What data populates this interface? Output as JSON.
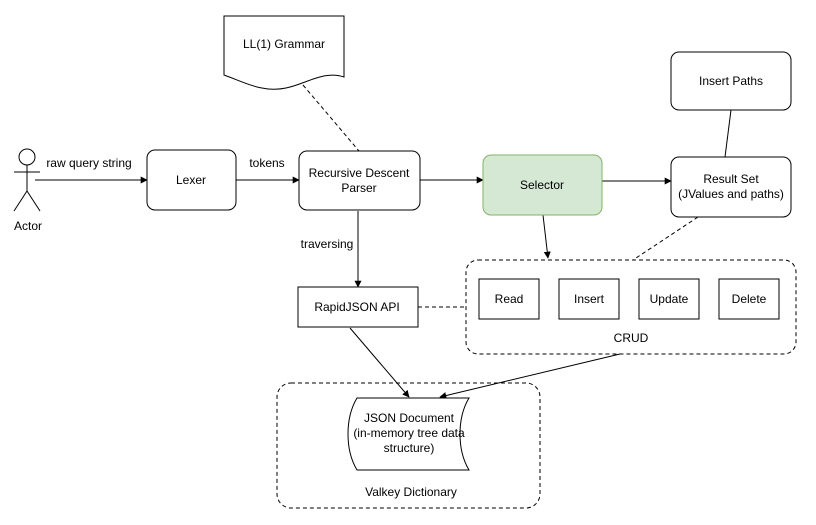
{
  "nodes": {
    "grammar": "LL(1) Grammar",
    "actor": "Actor",
    "lexer": "Lexer",
    "parser_l1": "Recursive Descent",
    "parser_l2": "Parser",
    "selector": "Selector",
    "insert_paths": "Insert Paths",
    "result_set_l1": "Result Set",
    "result_set_l2": "(JValues and paths)",
    "rapidjson": "RapidJSON API",
    "crud_read": "Read",
    "crud_insert": "Insert",
    "crud_update": "Update",
    "crud_delete": "Delete",
    "crud_label": "CRUD",
    "json_doc_l1": "JSON Document",
    "json_doc_l2": "(in-memory tree data",
    "json_doc_l3": "structure)",
    "valkey_label": "Valkey Dictionary"
  },
  "edges": {
    "raw_query": "raw query string",
    "tokens": "tokens",
    "traversing": "traversing"
  },
  "colors": {
    "stroke": "#000000",
    "selector_fill": "#d5e8d4",
    "selector_stroke": "#82b366",
    "background": "#ffffff"
  }
}
